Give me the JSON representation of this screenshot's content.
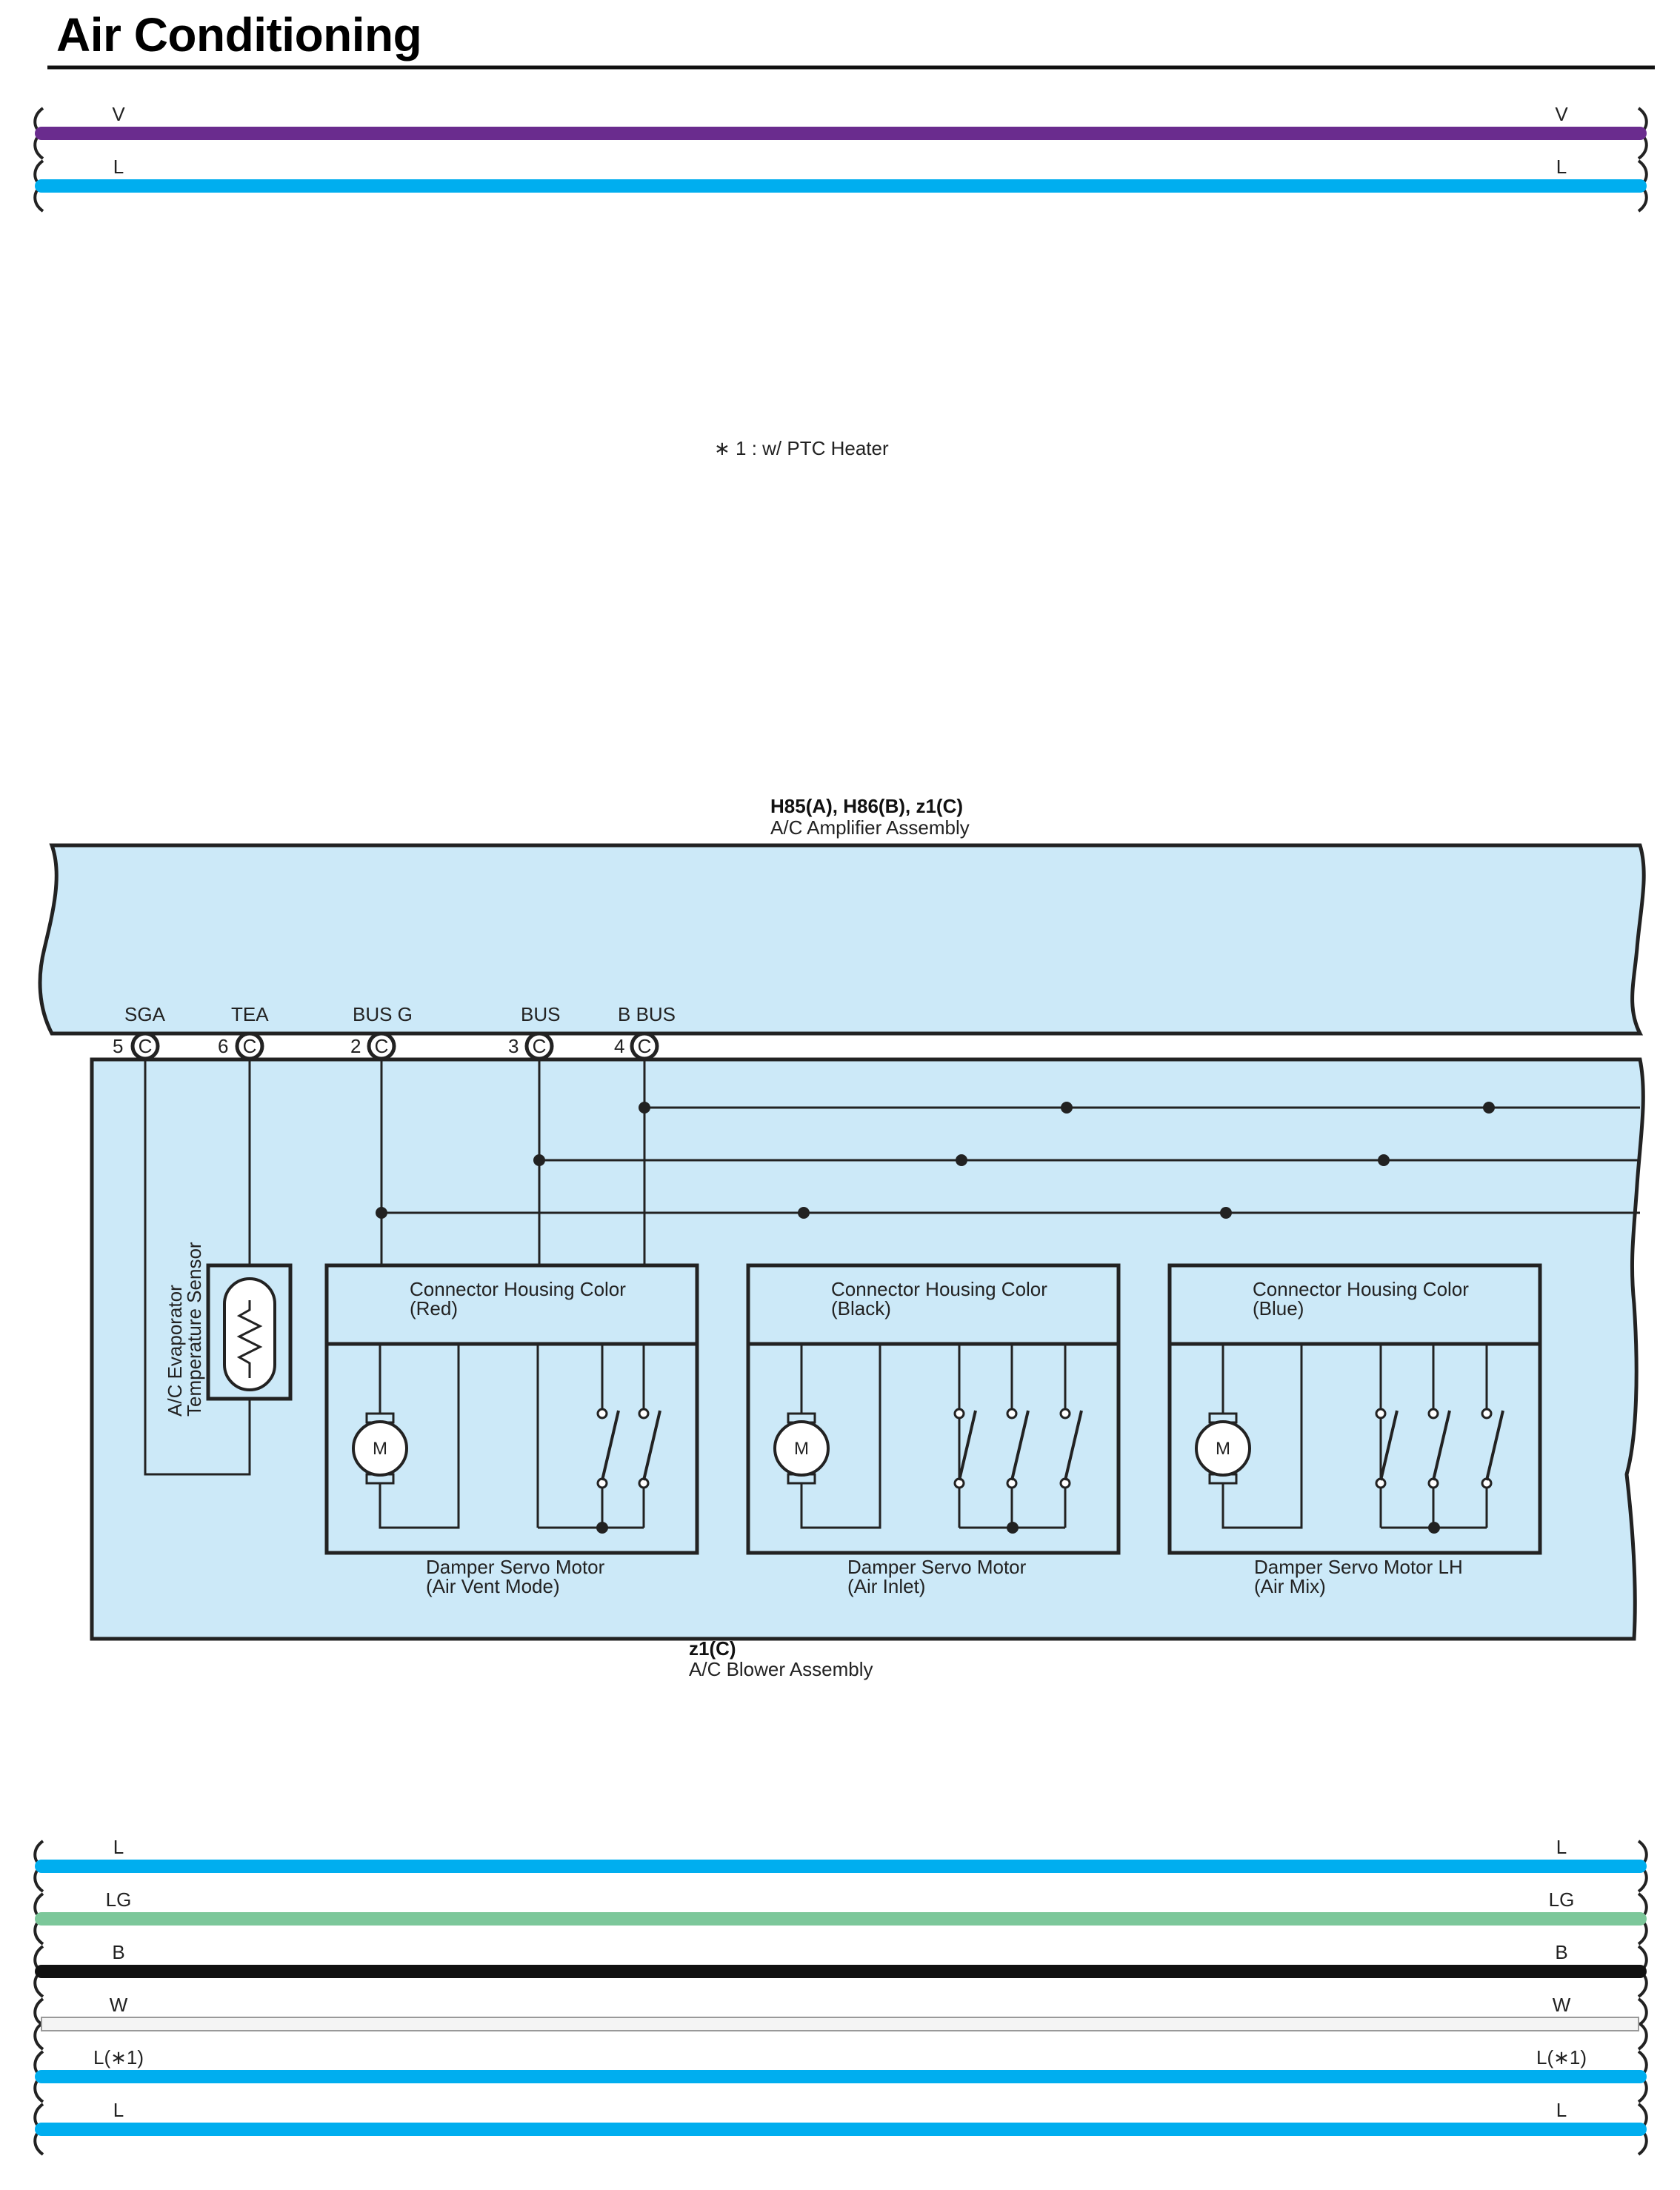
{
  "page": {
    "title": "Air Conditioning"
  },
  "colors": {
    "V": "#6a2c8e",
    "L": "#00aeef",
    "LG": "#7cc79a",
    "B": "#111111",
    "W": "#f4f4f4",
    "component_fill": "#cce9f8",
    "line": "#222222"
  },
  "note": "∗ 1 : w/ PTC Heater",
  "top_wires": [
    {
      "left": "V",
      "right": "V",
      "color": "V"
    },
    {
      "left": "L",
      "right": "L",
      "color": "L"
    }
  ],
  "bottom_wires": [
    {
      "left": "L",
      "right": "L",
      "color": "L"
    },
    {
      "left": "LG",
      "right": "LG",
      "color": "LG"
    },
    {
      "left": "B",
      "right": "B",
      "color": "B"
    },
    {
      "left": "W",
      "right": "W",
      "color": "W"
    },
    {
      "left": "L(∗1)",
      "right": "L(∗1)",
      "color": "L"
    },
    {
      "left": "L",
      "right": "L",
      "color": "L"
    }
  ],
  "amplifier": {
    "code": "H85(A), H86(B), z1(C)",
    "name": "A/C Amplifier Assembly",
    "terminals": [
      {
        "name": "SGA",
        "pin": "5",
        "conn": "C"
      },
      {
        "name": "TEA",
        "pin": "6",
        "conn": "C"
      },
      {
        "name": "BUS G",
        "pin": "2",
        "conn": "C"
      },
      {
        "name": "BUS",
        "pin": "3",
        "conn": "C"
      },
      {
        "name": "B BUS",
        "pin": "4",
        "conn": "C"
      }
    ]
  },
  "blower": {
    "code": "z1(C)",
    "name": "A/C Blower Assembly"
  },
  "sensor": {
    "line1": "A/C Evaporator",
    "line2": "Temperature Sensor"
  },
  "servos": [
    {
      "header1": "Connector Housing Color",
      "header2": "(Red)",
      "motor": "M",
      "name1": "Damper Servo Motor",
      "name2": "(Air Vent Mode)"
    },
    {
      "header1": "Connector Housing Color",
      "header2": "(Black)",
      "motor": "M",
      "name1": "Damper Servo Motor",
      "name2": "(Air Inlet)"
    },
    {
      "header1": "Connector Housing Color",
      "header2": "(Blue)",
      "motor": "M",
      "name1": "Damper Servo Motor LH",
      "name2": "(Air Mix)"
    }
  ]
}
